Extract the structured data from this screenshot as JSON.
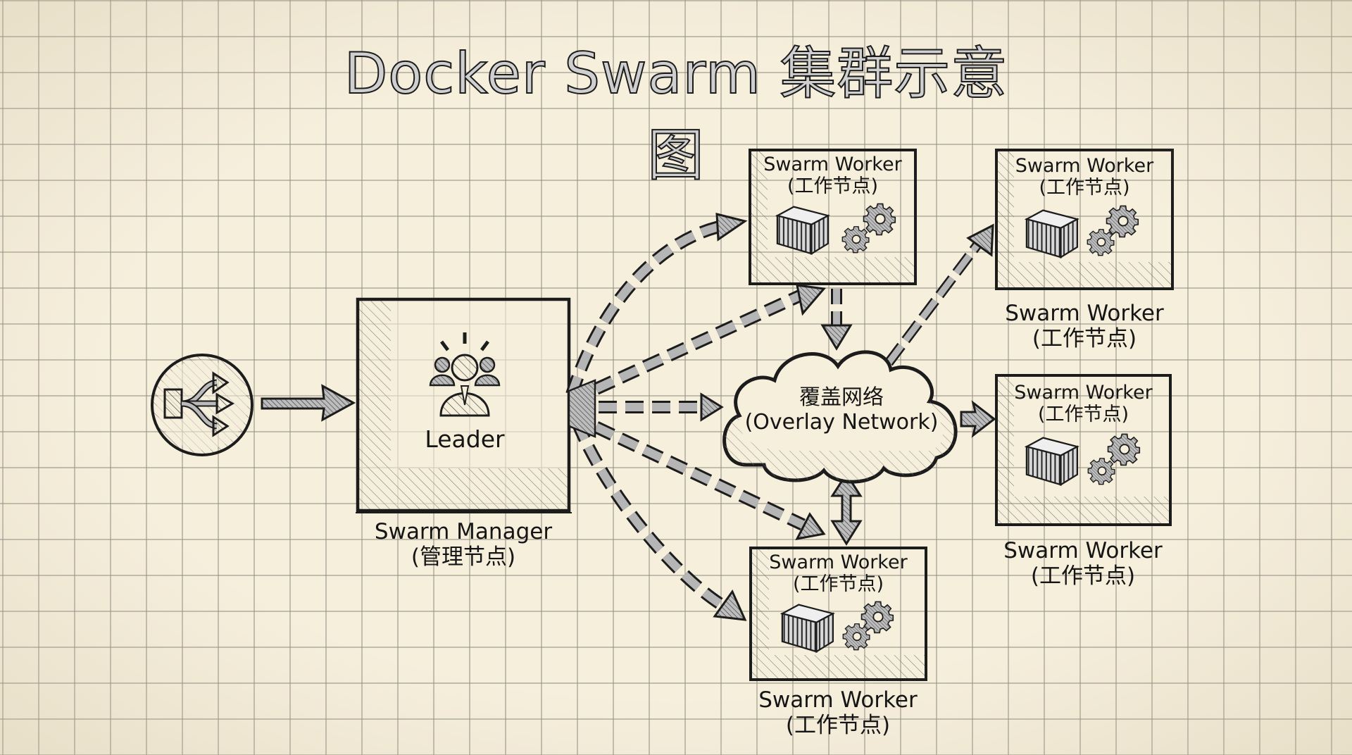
{
  "title": "Docker Swarm 集群示意图",
  "entry": {
    "icon": "load-balancer-split-icon"
  },
  "manager": {
    "inner_label": "Leader",
    "icon": "leader-people-icon",
    "caption_line1": "Swarm Manager",
    "caption_line2": "(管理节点)"
  },
  "network": {
    "line1": "覆盖网络",
    "line2": "(Overlay Network)"
  },
  "workers": [
    {
      "inner_line1": "Swarm Worker",
      "inner_line2": "(工作节点)",
      "caption_line1": "",
      "caption_line2": ""
    },
    {
      "inner_line1": "Swarm Worker",
      "inner_line2": "(工作节点)",
      "caption_line1": "Swarm Worker",
      "caption_line2": "(工作节点)"
    },
    {
      "inner_line1": "Swarm Worker",
      "inner_line2": "(工作节点)",
      "caption_line1": "Swarm Worker",
      "caption_line2": "(工作节点)"
    },
    {
      "inner_line1": "Swarm Worker",
      "inner_line2": "(工作节点)",
      "caption_line1": "Swarm Worker",
      "caption_line2": "(工作节点)"
    }
  ],
  "colors": {
    "paper": "#f6efdc",
    "grid": "#9a958a",
    "ink": "#1c1c1c",
    "hatch": "#555555"
  }
}
